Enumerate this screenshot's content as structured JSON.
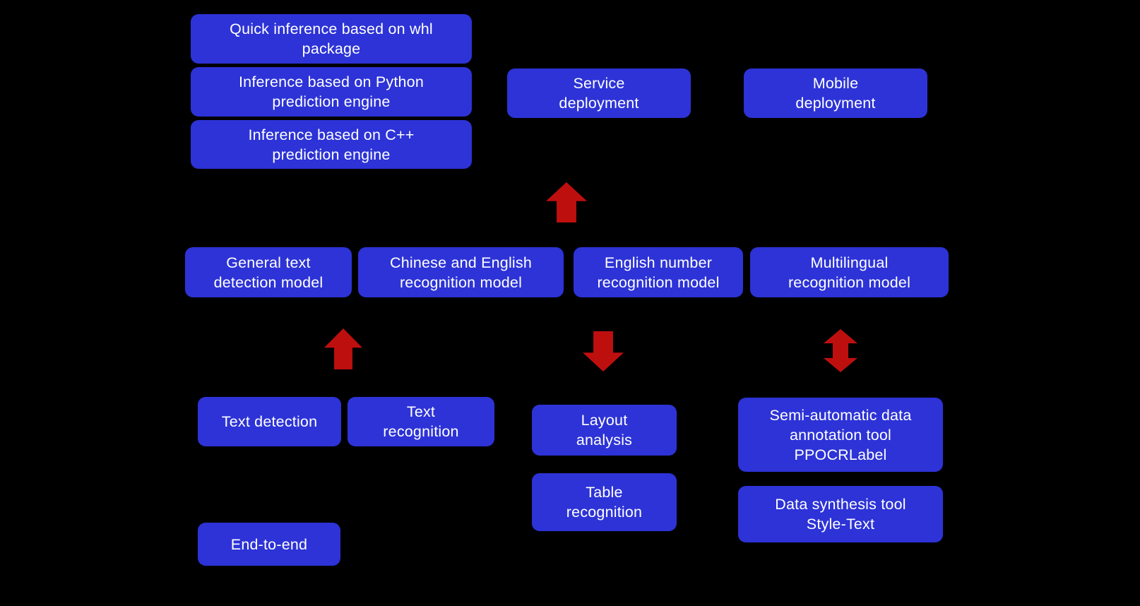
{
  "diagram": {
    "colors": {
      "background": "#000000",
      "node_fill": "#2d33d6",
      "node_text": "#ffffff",
      "arrow": "#be0f0f"
    },
    "nodes": {
      "quick_inference_whl": {
        "label": "Quick inference based on whl\npackage"
      },
      "python_engine": {
        "label": "Inference based on Python\nprediction engine"
      },
      "cpp_engine": {
        "label": "Inference based on C++\nprediction engine"
      },
      "service_deployment": {
        "label": "Service\ndeployment"
      },
      "mobile_deployment": {
        "label": "Mobile\ndeployment"
      },
      "general_text_detection": {
        "label": "General text\ndetection model"
      },
      "cn_en_recognition": {
        "label": "Chinese and English\nrecognition model"
      },
      "en_number_recognition": {
        "label": "English number\nrecognition model"
      },
      "multilingual_recognition": {
        "label": "Multilingual\nrecognition model"
      },
      "text_detection": {
        "label": "Text detection"
      },
      "text_recognition": {
        "label": "Text\nrecognition"
      },
      "layout_analysis": {
        "label": "Layout\nanalysis"
      },
      "table_recognition": {
        "label": "Table\nrecognition"
      },
      "ppocrlabel": {
        "label": "Semi-automatic data\nannotation tool\nPPOCRLabel"
      },
      "style_text": {
        "label": "Data synthesis tool\nStyle-Text"
      },
      "end_to_end": {
        "label": "End-to-end"
      }
    },
    "arrows": {
      "service_up": {
        "icon": "up-arrow-icon",
        "direction": "up"
      },
      "models_up": {
        "icon": "up-arrow-icon",
        "direction": "up"
      },
      "layout_down": {
        "icon": "down-arrow-icon",
        "direction": "down"
      },
      "data_double": {
        "icon": "up-down-arrow-icon",
        "direction": "both"
      }
    }
  }
}
